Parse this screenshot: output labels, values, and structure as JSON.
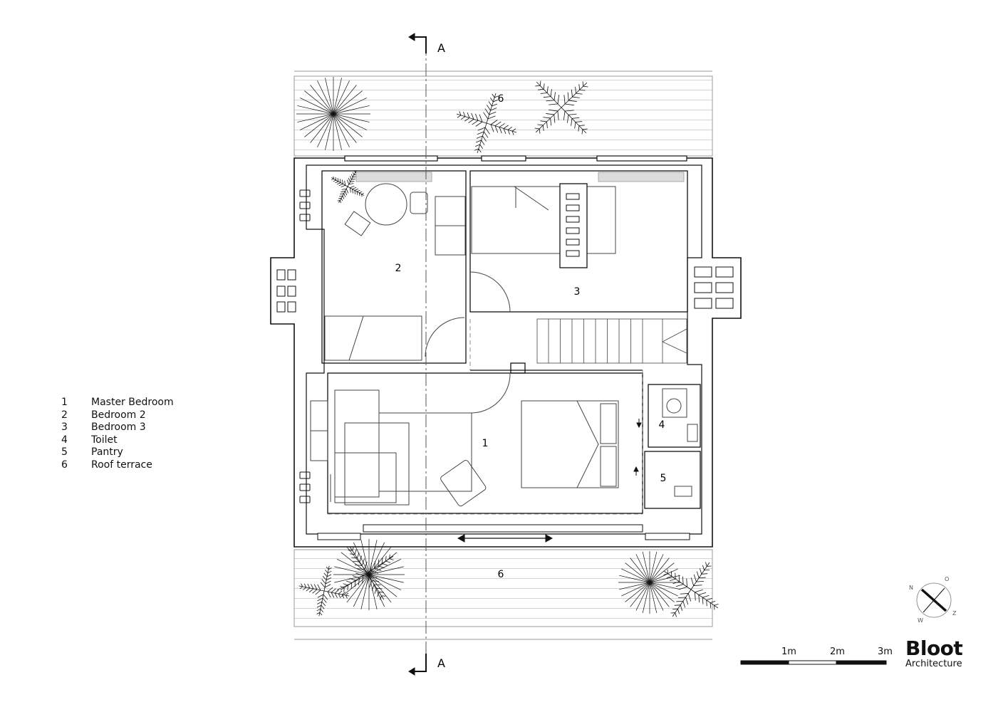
{
  "section_marks": {
    "top": "A",
    "bottom": "A"
  },
  "room_labels": [
    "1",
    "2",
    "3",
    "4",
    "5",
    "6",
    "6"
  ],
  "legend": [
    {
      "num": "1",
      "label": "Master Bedroom"
    },
    {
      "num": "2",
      "label": "Bedroom 2"
    },
    {
      "num": "3",
      "label": "Bedroom 3"
    },
    {
      "num": "4",
      "label": "Toilet"
    },
    {
      "num": "5",
      "label": "Pantry"
    },
    {
      "num": "6",
      "label": "Roof terrace"
    }
  ],
  "scale_bar": {
    "labels": [
      "1m",
      "2m",
      "3m"
    ]
  },
  "compass": {
    "letters": [
      "N",
      "O",
      "W",
      "Z"
    ]
  },
  "brand": {
    "name": "Bloot",
    "sub": "Architecture"
  }
}
